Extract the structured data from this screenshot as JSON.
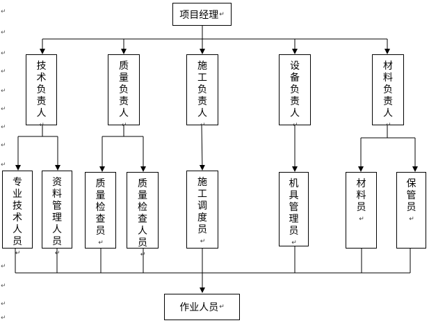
{
  "paragraph_mark": "↵",
  "nodes": {
    "manager": "项目经理",
    "tech_lead": "技术负责人",
    "quality_lead": "质量负责人",
    "construction_lead": "施工负责人",
    "equipment_lead": "设备负责人",
    "material_lead": "材料负责人",
    "tech_staff": "专业技术人员",
    "docs_staff": "资料管理人员",
    "inspector_1": "质量检查员",
    "inspector_2": "质量检查人员",
    "dispatcher": "施工调度员",
    "equipment_staff": "机具管理员",
    "material_staff": "材料员",
    "storekeeper": "保管员",
    "workers": "作业人员"
  }
}
